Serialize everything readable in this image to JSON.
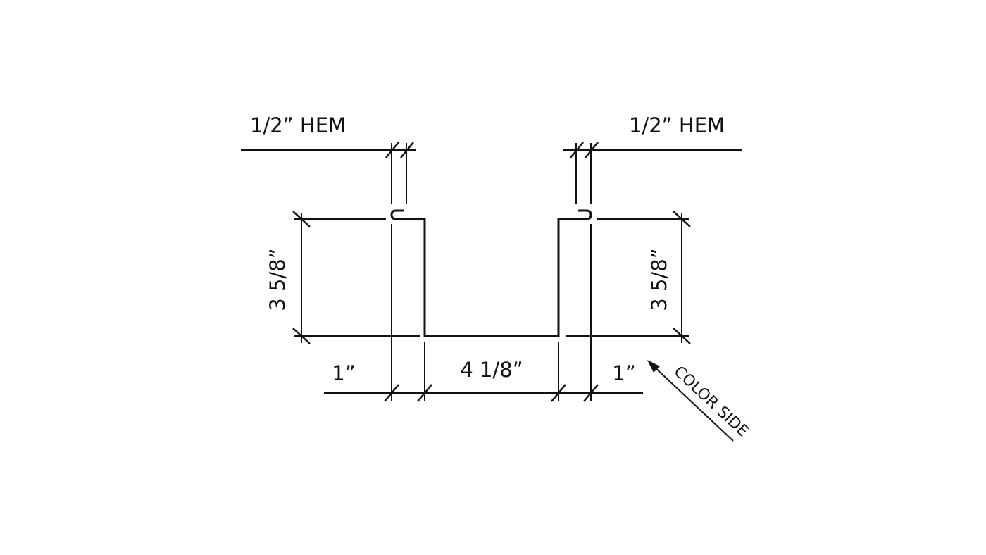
{
  "labels": {
    "hem_left": "1/2” HEM",
    "hem_right": "1/2” HEM",
    "height_left": "3 5/8”",
    "height_right": "3 5/8”",
    "flange_left": "1”",
    "base_width": "4 1/8”",
    "flange_right": "1”",
    "color_side": "COLOR SIDE"
  },
  "colors": {
    "line": "#111111",
    "background": "#ffffff"
  }
}
